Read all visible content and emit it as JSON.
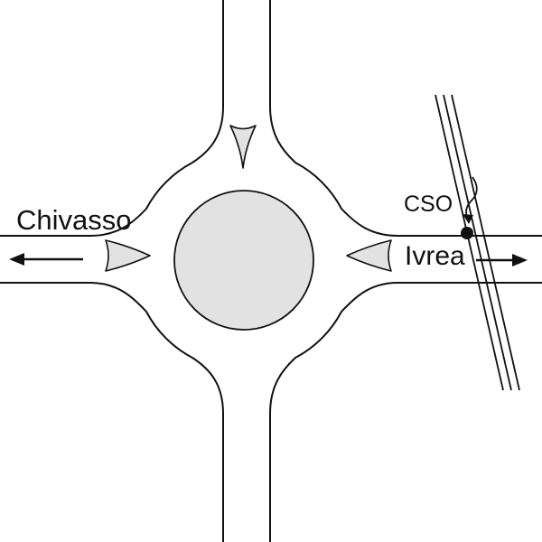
{
  "diagram": {
    "kind": "roundabout-junction-schematic",
    "background_color": "#ffffff",
    "line_color": "#111111",
    "island_fill_color": "#e2e2e2",
    "labels": {
      "left_destination": "Chivasso",
      "right_destination": "Ivrea",
      "crossing": "CSO"
    }
  }
}
